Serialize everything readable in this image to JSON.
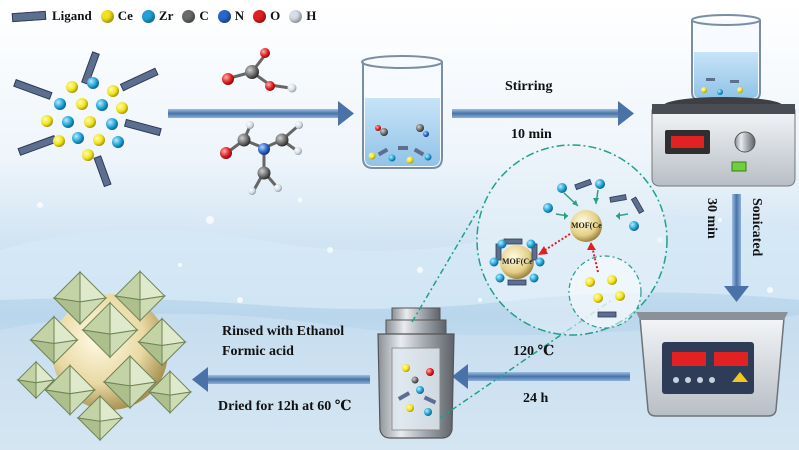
{
  "legend": [
    {
      "label": "Ligand",
      "kind": "rod",
      "color": "#5d6f8f"
    },
    {
      "label": "Ce",
      "kind": "ball",
      "color": "#f2e31b"
    },
    {
      "label": "Zr",
      "kind": "ball",
      "color": "#1fa3d6"
    },
    {
      "label": "C",
      "kind": "ball",
      "color": "#6b6b6b"
    },
    {
      "label": "N",
      "kind": "ball",
      "color": "#2c66c9"
    },
    {
      "label": "O",
      "kind": "ball",
      "color": "#e32020"
    },
    {
      "label": "H",
      "kind": "ball",
      "color": "#d5dde6"
    }
  ],
  "steps": {
    "stirring_top": "Stirring",
    "stirring_bottom": "10 min",
    "sonicated": "Sonicated",
    "sonicated_time": "30 min",
    "heat_temp": "120 ℃",
    "heat_time": "24 h",
    "rinse_line1": "Rinsed with Ethanol",
    "rinse_line2": "Formic acid",
    "dried": "Dried for 12h at 60 ℃"
  },
  "inset": {
    "mof_center": "MOF(Ce",
    "mof_left": "MOF(Ce"
  },
  "colors": {
    "arrow": "#4a72a8",
    "inset_dash": "#20a08a",
    "red_dots": "#e02020",
    "green_arrows": "#2ea080",
    "octahedron": "#c6d6a8",
    "sphere": "#e9d9a4"
  }
}
